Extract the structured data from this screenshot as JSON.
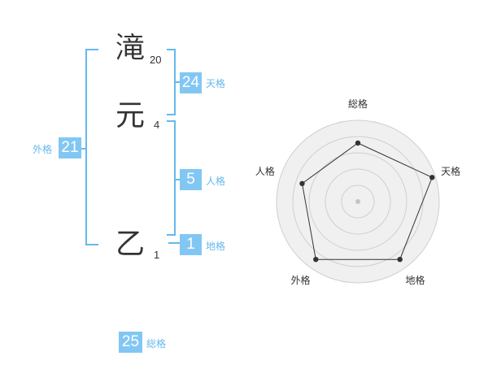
{
  "name": {
    "chars": [
      {
        "char": "滝",
        "strokes": "20"
      },
      {
        "char": "元",
        "strokes": "4"
      },
      {
        "char": "乙",
        "strokes": "1"
      }
    ]
  },
  "fortune": {
    "tenkaku": {
      "value": "24",
      "label": "天格"
    },
    "jinkaku": {
      "value": "5",
      "label": "人格"
    },
    "chikaku": {
      "value": "1",
      "label": "地格"
    },
    "gaikaku": {
      "value": "21",
      "label": "外格"
    },
    "soukaku": {
      "value": "25",
      "label": "総格"
    }
  },
  "colors": {
    "accent": "#82c7f3",
    "bracket": "#66b8ee",
    "text": "#333333"
  },
  "chart_data": {
    "type": "radar",
    "axes": [
      "総格",
      "天格",
      "地格",
      "外格",
      "人格"
    ],
    "values": [
      0.72,
      0.96,
      0.88,
      0.88,
      0.72
    ],
    "rings": 5,
    "grid": true
  }
}
